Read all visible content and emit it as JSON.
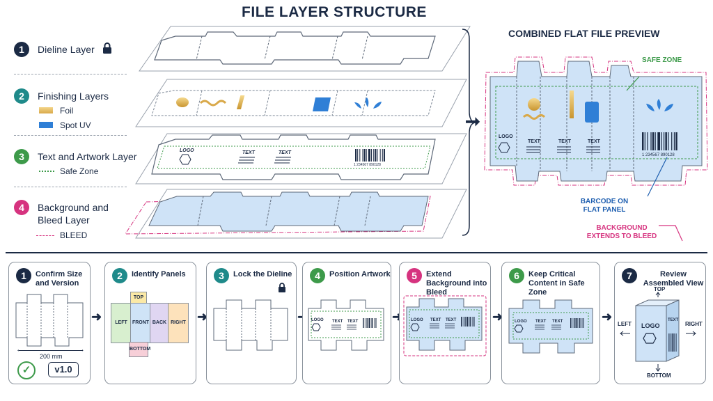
{
  "title": "FILE LAYER STRUCTURE",
  "colors": {
    "navy": "#1b2a44",
    "teal": "#1f8a8a",
    "green": "#3d9a4a",
    "magenta": "#d6337f",
    "blue_fill": "#cfe3f7",
    "panel_stroke": "#5d6878"
  },
  "layers": [
    {
      "number": "1",
      "label": "Dieline Layer",
      "icon": "lock-icon"
    },
    {
      "number": "2",
      "label": "Finishing Layers",
      "legend": [
        {
          "swatch": "foil",
          "text": "Foil"
        },
        {
          "swatch": "spot-uv",
          "text": "Spot UV"
        }
      ]
    },
    {
      "number": "3",
      "label": "Text and Artwork Layer",
      "legend": [
        {
          "swatch": "safe-zone",
          "text": "Safe Zone"
        }
      ]
    },
    {
      "number": "4",
      "label": "Background and Bleed Layer",
      "legend": [
        {
          "swatch": "bleed",
          "text": "BLEED"
        }
      ]
    }
  ],
  "preview": {
    "title": "COMBINED FLAT FILE PREVIEW",
    "safe_zone": "SAFE ZONE",
    "barcode_note": "BARCODE ON FLAT PANEL",
    "background_note": "BACKGROUND EXTENDS TO BLEED",
    "logo": "LOGO",
    "text": "TEXT",
    "barcode_digits": "1 234567 890128"
  },
  "artwork": {
    "logo": "LOGO",
    "text": "TEXT",
    "barcode_digits": "1 234567 890128"
  },
  "steps": [
    {
      "number": "1",
      "title": "Confirm Size and Version",
      "dimension": "200 mm",
      "version": "v1.0"
    },
    {
      "number": "2",
      "title": "Identify Panels",
      "panels": {
        "top": "TOP",
        "left": "LEFT",
        "front": "FRONT",
        "back": "BACK",
        "right": "RIGHT",
        "bottom": "BOTTOM"
      }
    },
    {
      "number": "3",
      "title": "Lock the Dieline"
    },
    {
      "number": "4",
      "title": "Position Artwork"
    },
    {
      "number": "5",
      "title": "Extend Background into Bleed"
    },
    {
      "number": "6",
      "title": "Keep Critical Content in Safe Zone"
    },
    {
      "number": "7",
      "title": "Review Assembled View",
      "views": {
        "top": "TOP",
        "left": "LEFT",
        "right": "RIGHT",
        "bottom": "BOTTOM"
      },
      "logo": "LOGO",
      "text": "TEXT"
    }
  ]
}
